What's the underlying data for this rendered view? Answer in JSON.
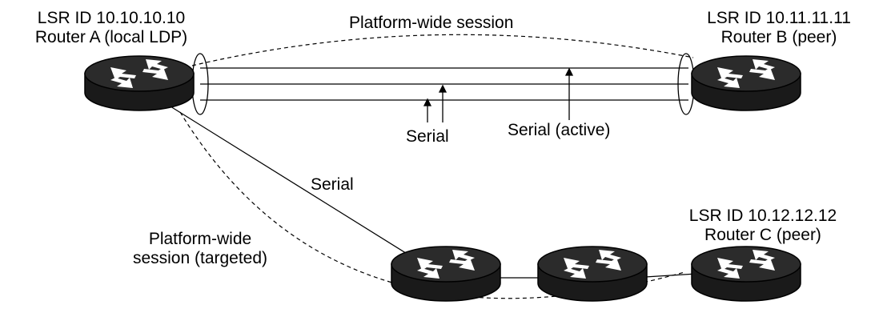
{
  "routers": {
    "a": {
      "lsr_id": "LSR ID 10.10.10.10",
      "name": "Router A (local LDP)"
    },
    "b": {
      "lsr_id": "LSR ID 10.11.11.11",
      "name": "Router B (peer)"
    },
    "c": {
      "lsr_id": "LSR ID 10.12.12.12",
      "name": "Router C (peer)"
    }
  },
  "links": {
    "session_top": "Platform-wide session",
    "serial_left": "Serial",
    "serial_active": "Serial (active)",
    "serial_diag": "Serial",
    "targeted_line1": "Platform-wide",
    "targeted_line2": "session (targeted)"
  },
  "icon": "router-icon",
  "colors": {
    "stroke": "#000000",
    "router_body": "#1a1a1a",
    "background": "#ffffff"
  }
}
